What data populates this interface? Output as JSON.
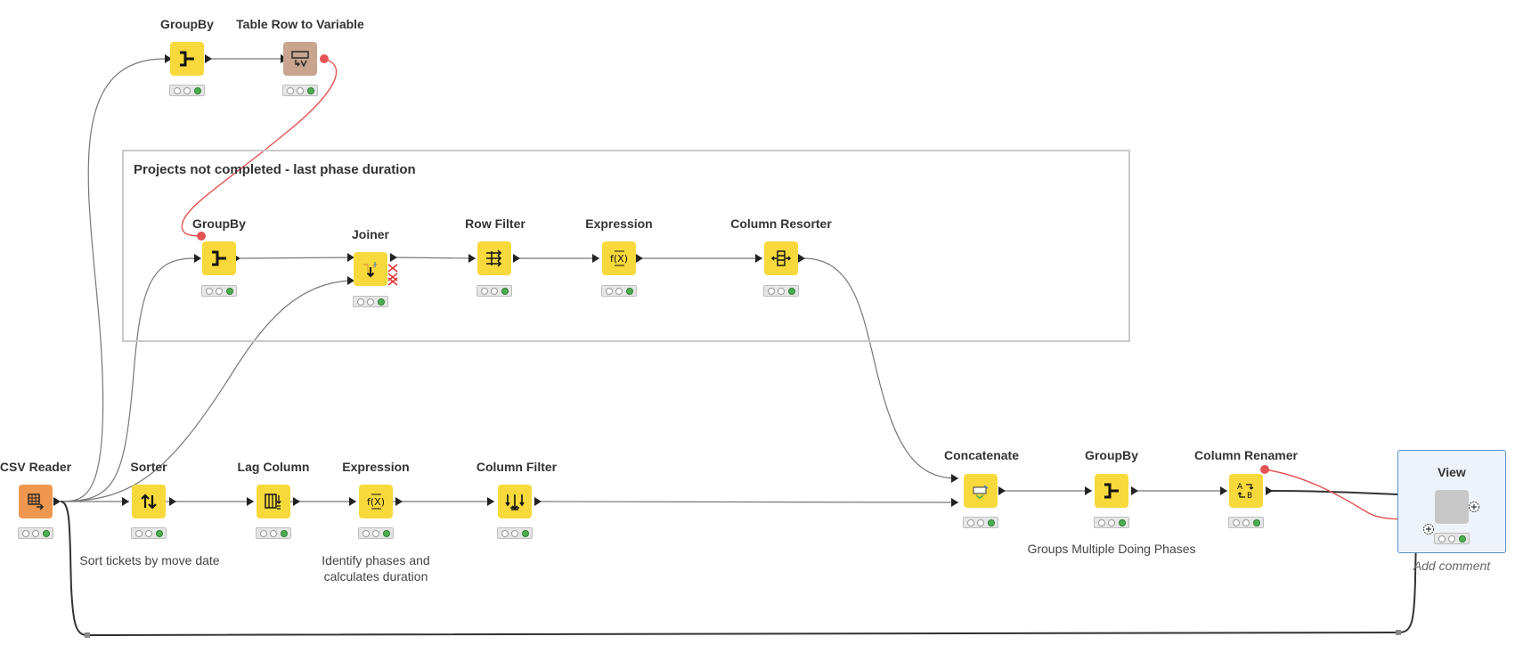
{
  "annotation": {
    "title": "Projects not completed - last phase duration"
  },
  "nodes": [
    {
      "id": "csv-reader",
      "label": "CSV Reader",
      "color": "orange",
      "icon": "csv-reader-icon"
    },
    {
      "id": "sorter",
      "label": "Sorter",
      "color": "yellow",
      "icon": "sort-icon"
    },
    {
      "id": "lag-column",
      "label": "Lag Column",
      "color": "yellow",
      "icon": "lag-column-icon"
    },
    {
      "id": "expression-bottom",
      "label": "Expression",
      "color": "yellow",
      "icon": "expression-icon"
    },
    {
      "id": "column-filter",
      "label": "Column Filter",
      "color": "yellow",
      "icon": "column-filter-icon"
    },
    {
      "id": "groupby-top",
      "label": "GroupBy",
      "color": "yellow",
      "icon": "groupby-icon"
    },
    {
      "id": "table-row-to-variable",
      "label": "Table Row to Variable",
      "color": "brown",
      "icon": "table-row-to-variable-icon"
    },
    {
      "id": "groupby-middle",
      "label": "GroupBy",
      "color": "yellow",
      "icon": "groupby-icon"
    },
    {
      "id": "joiner",
      "label": "Joiner",
      "color": "yellow",
      "icon": "joiner-icon"
    },
    {
      "id": "row-filter",
      "label": "Row Filter",
      "color": "yellow",
      "icon": "row-filter-icon"
    },
    {
      "id": "expression-middle",
      "label": "Expression",
      "color": "yellow",
      "icon": "expression-icon"
    },
    {
      "id": "column-resorter",
      "label": "Column Resorter",
      "color": "yellow",
      "icon": "column-resorter-icon"
    },
    {
      "id": "concatenate",
      "label": "Concatenate",
      "color": "yellow",
      "icon": "concatenate-icon"
    },
    {
      "id": "groupby-right",
      "label": "GroupBy",
      "color": "yellow",
      "icon": "groupby-icon"
    },
    {
      "id": "column-renamer",
      "label": "Column Renamer",
      "color": "yellow",
      "icon": "column-renamer-icon"
    },
    {
      "id": "view",
      "label": "View",
      "color": "gray",
      "icon": "view-icon"
    }
  ],
  "comments": {
    "sorter": "Sort tickets by move date",
    "expression_line1": "Identify phases and",
    "expression_line2": "calculates duration",
    "groupby_right": "Groups Multiple Doing Phases",
    "view": "Add comment"
  },
  "status": {
    "lights": [
      "off",
      "off",
      "green"
    ]
  },
  "colors": {
    "node_yellow": "#f7d93c",
    "node_orange": "#f0974f",
    "node_brown": "#c9a58f",
    "variable_port": "#e55353",
    "connection": "#555555",
    "container_border": "#5b8fc6"
  }
}
